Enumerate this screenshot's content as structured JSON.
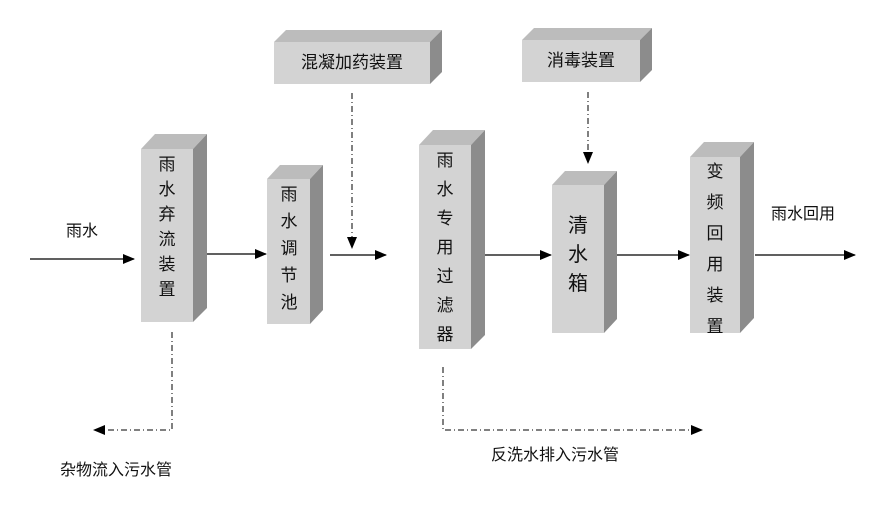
{
  "labels": {
    "rain_in": "雨水",
    "rain_reuse": "雨水回用",
    "debris_to_sewer": "杂物流入污水管",
    "backwash_to_sewer": "反洗水排入污水管"
  },
  "boxes": {
    "coagulant_dosing": "混凝加药装置",
    "disinfection": "消毒装置",
    "rain_discard": "雨水弃流装置",
    "rain_regulating_pool": "雨水调节池",
    "rain_filter": "雨水专用过滤器",
    "clear_water_tank": "清水箱",
    "vfd_reuse": "变频回用装置"
  },
  "colors": {
    "box_front": "#d3d3d3",
    "box_side": "#8a8a8a",
    "box_top": "#b8b8b8",
    "line": "#000000"
  }
}
